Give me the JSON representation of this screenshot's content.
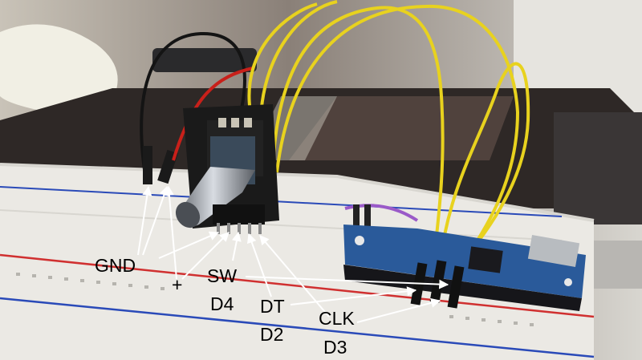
{
  "annotations": {
    "gnd": "GND",
    "plus": "+",
    "sw": "SW",
    "sw_pin": "D4",
    "dt": "DT",
    "dt_pin": "D2",
    "clk": "CLK",
    "clk_pin": "D3"
  },
  "colors": {
    "wire_yellow": "#e8d21e",
    "wire_black": "#141414",
    "wire_red": "#c8201a",
    "wire_purple": "#9a5ac8",
    "pcb_blue": "#2a5a9a",
    "module_black": "#1a1a1a",
    "breadboard": "#ebe9e4",
    "rail_red": "#d03030",
    "rail_blue": "#2a4ab8",
    "arrow": "#ffffff"
  }
}
